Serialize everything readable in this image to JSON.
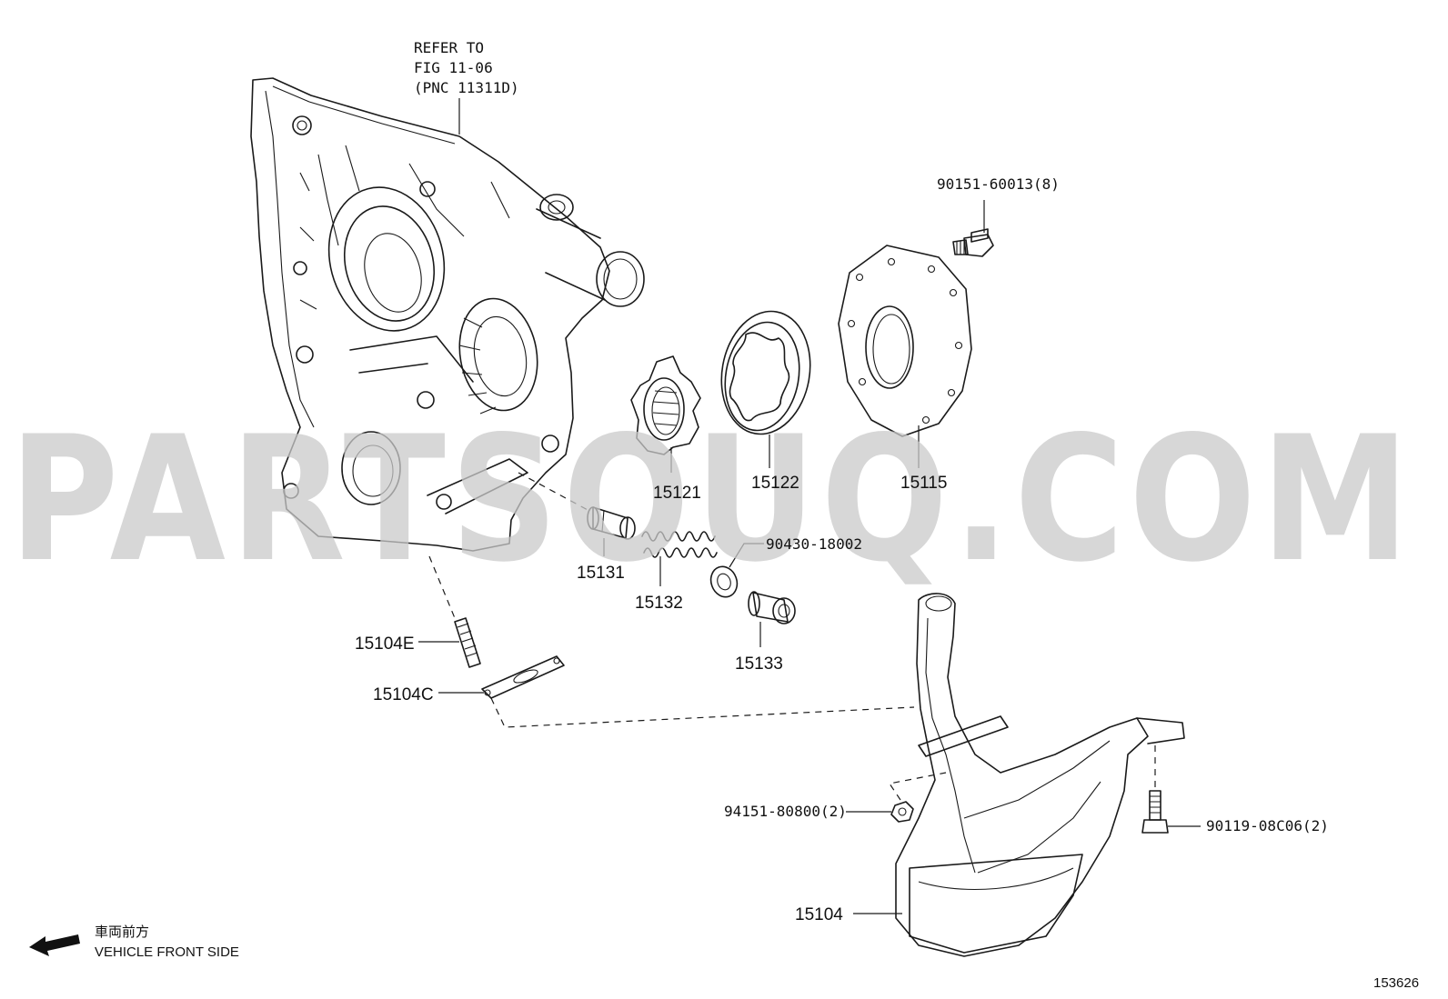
{
  "watermark": "PARTSOUQ.COM",
  "refer_note": {
    "line1": "REFER TO",
    "line2": "FIG 11-06",
    "line3": "(PNC 11311D)"
  },
  "callouts": {
    "p15121": "15121",
    "p15122": "15122",
    "p15115": "15115",
    "p15131": "15131",
    "p15132": "15132",
    "p15133": "15133",
    "p15104": "15104",
    "p15104E": "15104E",
    "p15104C": "15104C",
    "p90151": "90151-60013(8)",
    "p90430": "90430-18002",
    "p94151": "94151-80800(2)",
    "p90119": "90119-08C06(2)"
  },
  "direction": {
    "japanese": "車両前方",
    "english": "VEHICLE FRONT SIDE"
  },
  "figure_number": "153626"
}
